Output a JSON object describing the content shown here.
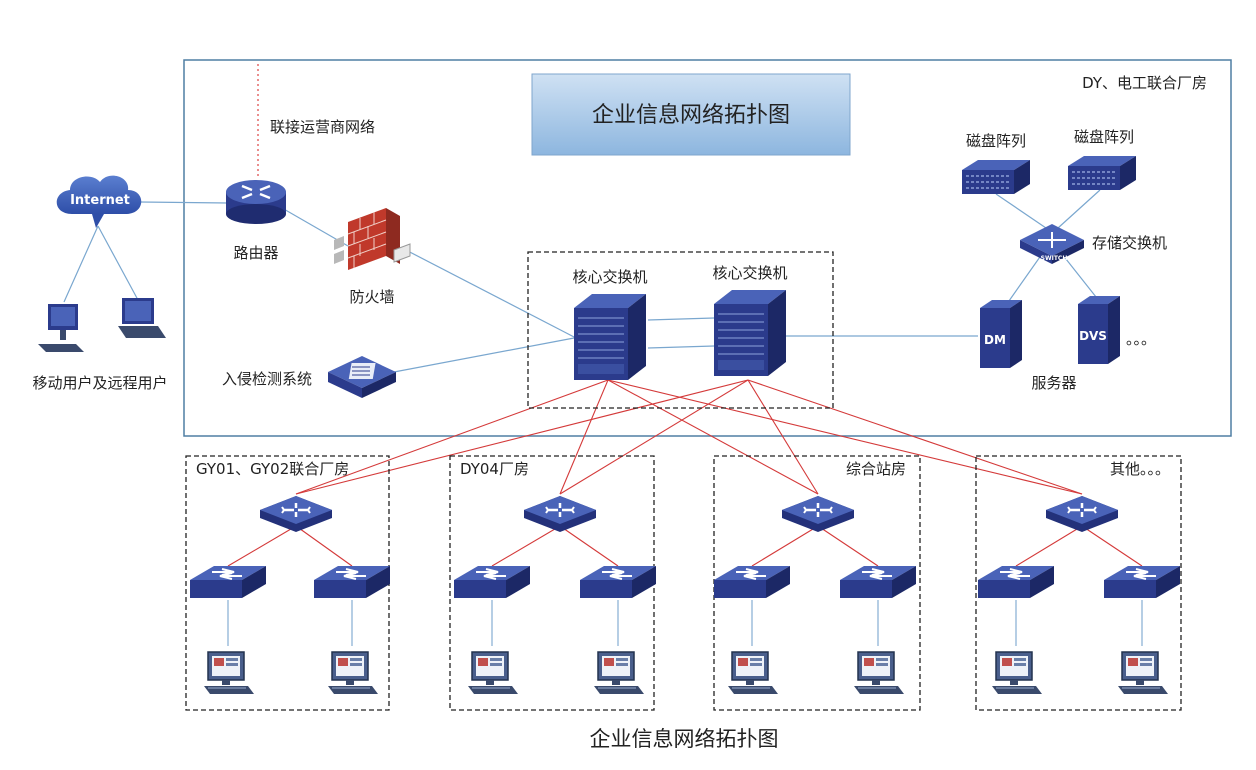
{
  "title": "企业信息网络拓扑图",
  "caption": "企业信息网络拓扑图",
  "region_main": "DY、电工联合厂房",
  "internet": {
    "label": "Internet"
  },
  "remote_users": "移动用户及远程用户",
  "isp": "联接运营商网络",
  "router": "路由器",
  "firewall": "防火墙",
  "ids": "入侵检测系统",
  "core_switches": [
    "核心交换机",
    "核心交换机"
  ],
  "disk_arrays": [
    "磁盘阵列",
    "磁盘阵列"
  ],
  "storage_switch": {
    "label": "存储交换机",
    "badge": "SWITCH"
  },
  "servers": {
    "label": "服务器",
    "items": [
      "DM",
      "DVS"
    ],
    "more": "。。。"
  },
  "sites": [
    {
      "label": "GY01、GY02联合厂房"
    },
    {
      "label": "DY04厂房"
    },
    {
      "label": "综合站房"
    },
    {
      "label": "其他。。。"
    }
  ],
  "colors": {
    "device_blue": "#2e3f8f",
    "device_light": "#4a63b8",
    "title_fill": "#a9c8e8",
    "link_red": "#d43a3a",
    "link_blue": "#7aa7cf",
    "isp_dotted": "#d44"
  }
}
